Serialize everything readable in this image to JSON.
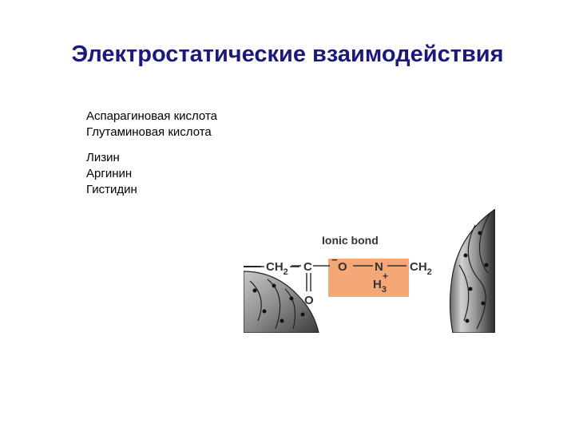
{
  "slide": {
    "title": "Электростатические взаимодействия"
  },
  "acids": [
    "Аспарагиновая кислота",
    "Глутаминовая кислота"
  ],
  "bases": [
    "Лизин",
    "Аргинин",
    "Гистидин"
  ],
  "figure": {
    "label": "Ionic bond",
    "left_group": "CH",
    "left_sub": "2",
    "carbon": "C",
    "charge_minus": "−",
    "oxygen": "O",
    "carbonyl_o": "O",
    "nitrogen": "N",
    "h_sym": "H",
    "h_sub": "3",
    "charge_plus": "+",
    "right_group": "CH",
    "right_sub": "2",
    "box_color": "#f4a878",
    "protein_color": "#8a8a8a"
  }
}
